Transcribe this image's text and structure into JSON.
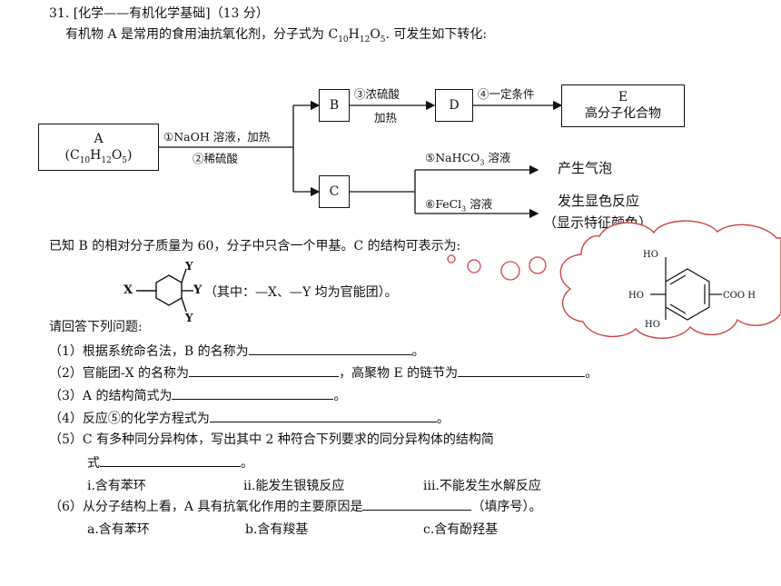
{
  "header": {
    "q_num": "31.",
    "q_title": "[化学——有机化学基础]（13 分）"
  },
  "intro": {
    "pre": "有机物 A 是常用的食用油抗氧化剂，分子式为 ",
    "formula": "C10H12O5",
    "post": ". 可发生如下转化:"
  },
  "flow": {
    "a_name": "A",
    "a_formula": "(C10H12O5)",
    "step1": "①NaOH 溶液，加热",
    "step2": "②稀硫酸",
    "b": "B",
    "step3": "③浓硫酸",
    "step3_cond": "加热",
    "d": "D",
    "step4": "④一定条件",
    "e_name": "E",
    "e_desc": "高分子化合物",
    "c": "C",
    "step5": "⑤NaHCO3 溶液",
    "step5_result": "产生气泡",
    "step6": "⑥FeCl3 溶液",
    "step6_result": "发生显色反应",
    "step6_result2": "（显示特征颜色）"
  },
  "known": {
    "text": "已知 B 的相对分子质量为 60，分子中只含一个甲基。C 的结构可表示为:",
    "c_general_note": "（其中：—X、—Y 均为官能团）。",
    "x_label": "X",
    "y_label": "Y"
  },
  "cloud_structure": {
    "ho_top": "HO",
    "ho_mid": "HO",
    "ho_bottom": "HO",
    "cooh": "COO H"
  },
  "questions": {
    "prompt": "请回答下列问题:",
    "q1": "（1）根据系统命名法，B 的名称为",
    "q1_end": "。",
    "q2a": "（2）官能团-X 的名称为",
    "q2b": "，高聚物 E 的链节为",
    "q2_end": "。",
    "q3": "（3）A 的结构简式为",
    "q3_end": "。",
    "q4": "（4）反应⑤的化学方程式为",
    "q4_end": "。",
    "q5": "（5）C 有多种同分异构体，写出其中 2 种符合下列要求的同分异构体的结构简",
    "q5_cont": "式",
    "q5_end": "。",
    "req_i": "i.含有苯环",
    "req_ii": "ii.能发生银镜反应",
    "req_iii": "iii.不能发生水解反应",
    "q6": "（6）从分子结构上看，A 具有抗氧化作用的主要原因是",
    "q6_end": "（填序号）。",
    "opt_a": "a.含有苯环",
    "opt_b": "b.含有羧基",
    "opt_c": "c.含有酚羟基"
  }
}
